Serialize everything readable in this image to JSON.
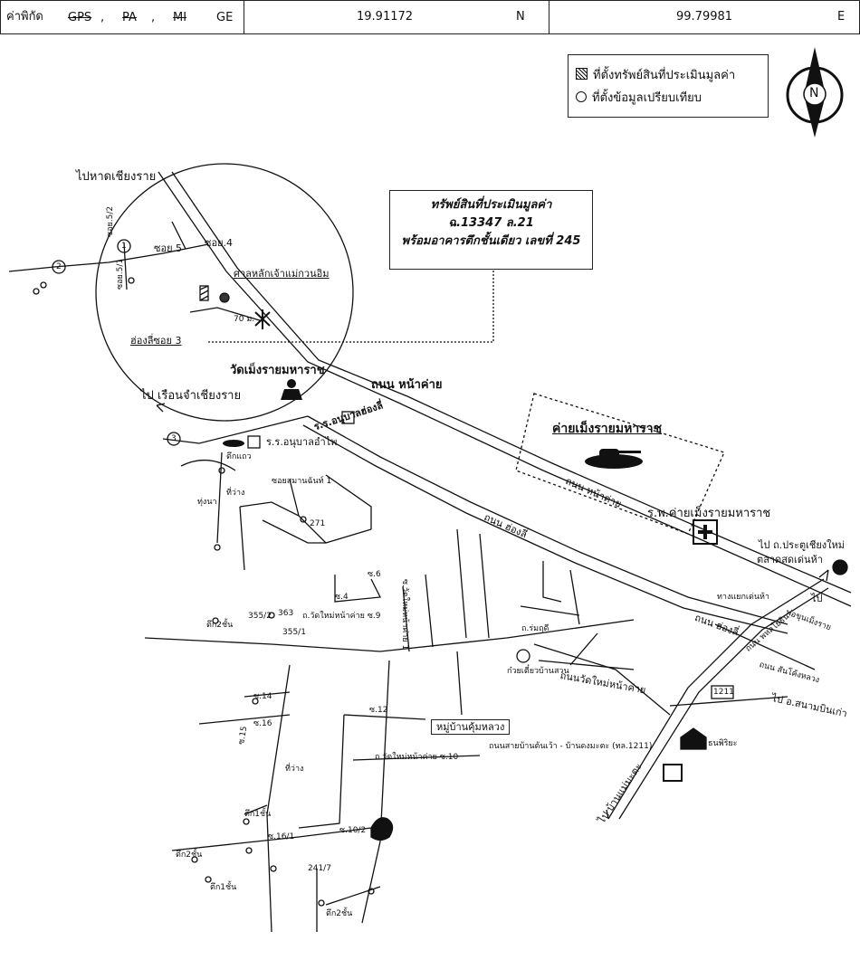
{
  "header": {
    "label": "ค่าพิกัด",
    "methods": [
      "GPS",
      "PA",
      "MI",
      "GE"
    ],
    "method_separator": ",",
    "lat_value": "19.91172",
    "lat_dir": "N",
    "lon_value": "99.79981",
    "lon_dir": "E"
  },
  "legend": {
    "subject": "ที่ตั้งทรัพย์สินที่ประเมินมูลค่า",
    "comparable": "ที่ตั้งข้อมูลเปรียบเทียบ"
  },
  "compass": {
    "letter": "N"
  },
  "callout": {
    "line1": "ทรัพย์สินที่ประเมินมูลค่า",
    "line2": "ฉ.13347 ล.21",
    "line3": "พร้อมอาคารตึกชั้นเดียว เลขที่ 245"
  },
  "labels": {
    "to_hat_chiang_rai": "ไปหาดเชียงราย",
    "soi5": "ซอย.5",
    "soi4": "ซอย.4",
    "soi52": "ซอย.5/2",
    "soi51": "ซอย.5/1",
    "shrine": "ศาลหลักเจ้าแม่กวนอิม",
    "dist70": "70 ม.",
    "songsoi3": "ฮ่องลี่ซอย 3",
    "wat": "วัดเม็งรายมหาราช",
    "road_nakai": "ถนน หน้าค่าย",
    "to_ruen": "ไป เรือนจำเชียงราย",
    "school1": "ร.ร.อนุบาลฮ่องลี่",
    "school2": "ร.ร.อนุบาลอำไพ",
    "camp": "ค่ายเม็งรายมหาราช",
    "road_nakai2": "ถนน หน้าค่าย",
    "road_honglee": "ถนน ฮ่องลี่",
    "hospital": "ร.พ.ค่ายเม็งรายมหาราช",
    "to_pratu": "ไป ถ.ประตูเชียงใหม่",
    "market": "ตลาดสดเด่นห้า",
    "rail": "ทางแยกเด่นห้า",
    "to_pho": "ไป",
    "to_pho2": "พ่อขุนเม็งราย",
    "road_honglee2": "ถนน ฮ่องลี่",
    "road_phahon": "ถนน พหลโยธิน",
    "road_sanfai": "ถนน สันโค้งหลวง",
    "to_airport": "ไป อ.สนามบินเก่า",
    "hwy": "1211",
    "noodle": "ก๋วยเตี๋ยวบ้านสวน",
    "road_wat_mai": "ถนนวัดใหม่หน้าค่าย",
    "village": "หมู่บ้านคุ้มหลวง",
    "road_ban": "ถนนสายบ้านต้นเว้า - บ้านดงมะตะ (ทล.1211)",
    "school_th": "ธนพิริยะ",
    "to_banmae": "ไป บ้านแม่มะตะ",
    "ban_s9": "ถ.วัดใหม่หน้าค่าย ซ.9",
    "ban_s10": "ถ.วัดใหม่หน้าค่าย ซ.10",
    "soi1": "ซอยสมานฉันท์ 1",
    "s12": "ซ.12",
    "s16": "ซ.16",
    "s15": "ซ.15",
    "s14": "ซ.14",
    "s161": "ซ.16/1",
    "s102": "ซ.10/2",
    "s_honglee1": "ซ.วัดใหม่หน้าค่าย 1",
    "num271": "271",
    "num355": "355/2",
    "num363": "363",
    "num3551": "355/1",
    "num2417": "241/7",
    "num_hwy1": "1",
    "num_hwy2": "2",
    "num_hwy3": "3",
    "khao": "ตึกแถว",
    "thi_wang": "ที่ว่าง",
    "thi_wang2": "ที่ว่าง",
    "thung": "ทุ่งนา",
    "tuk1": "ตึก2ชั้น",
    "tuk2": "ตึก2ชั้น",
    "tuk3": "ตึก1ชั้น",
    "tuk4": "ตึก1ชั้น",
    "tuk5": "ตึก2ชั้น",
    "honglee_rd3": "ถ.ร่มฤดี",
    "s4": "ซ.4",
    "s6": "ซ.6"
  },
  "colors": {
    "ink": "#111111",
    "paper": "#ffffff"
  }
}
